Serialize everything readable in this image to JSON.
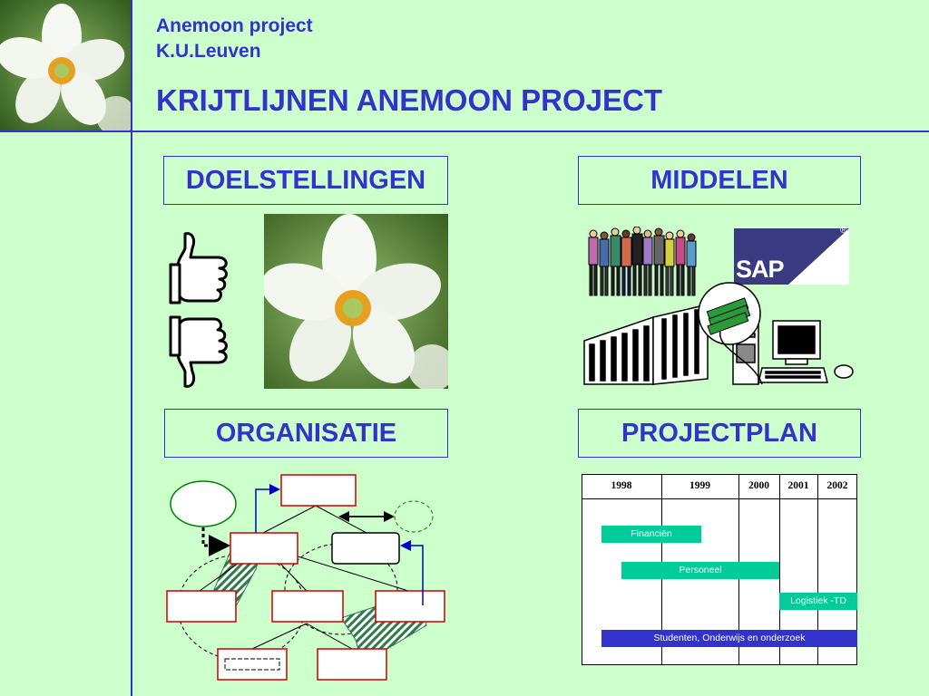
{
  "header": {
    "line1": "Anemoon project",
    "line2": "K.U.Leuven",
    "title": "KRIJTLIJNEN ANEMOON PROJECT"
  },
  "sections": {
    "doelstellingen": "DOELSTELLINGEN",
    "middelen": "MIDDELEN",
    "organisatie": "ORGANISATIE",
    "projectplan": "PROJECTPLAN"
  },
  "logo": {
    "sap_text": "SAP",
    "registered": "®"
  },
  "gantt": {
    "years": [
      "1998",
      "1999",
      "2000",
      "2001",
      "2002"
    ],
    "bars": [
      {
        "label": "Financiën",
        "color": "#00cc99"
      },
      {
        "label": "Personeel",
        "color": "#00cc99"
      },
      {
        "label": "Logistiek -TD",
        "color": "#00cc99"
      },
      {
        "label": "Studenten, Onderwijs en onderzoek",
        "color": "#3333cc"
      }
    ]
  },
  "colors": {
    "accent": "#3333cc",
    "background": "#ccffcc",
    "teal": "#00cc99"
  }
}
